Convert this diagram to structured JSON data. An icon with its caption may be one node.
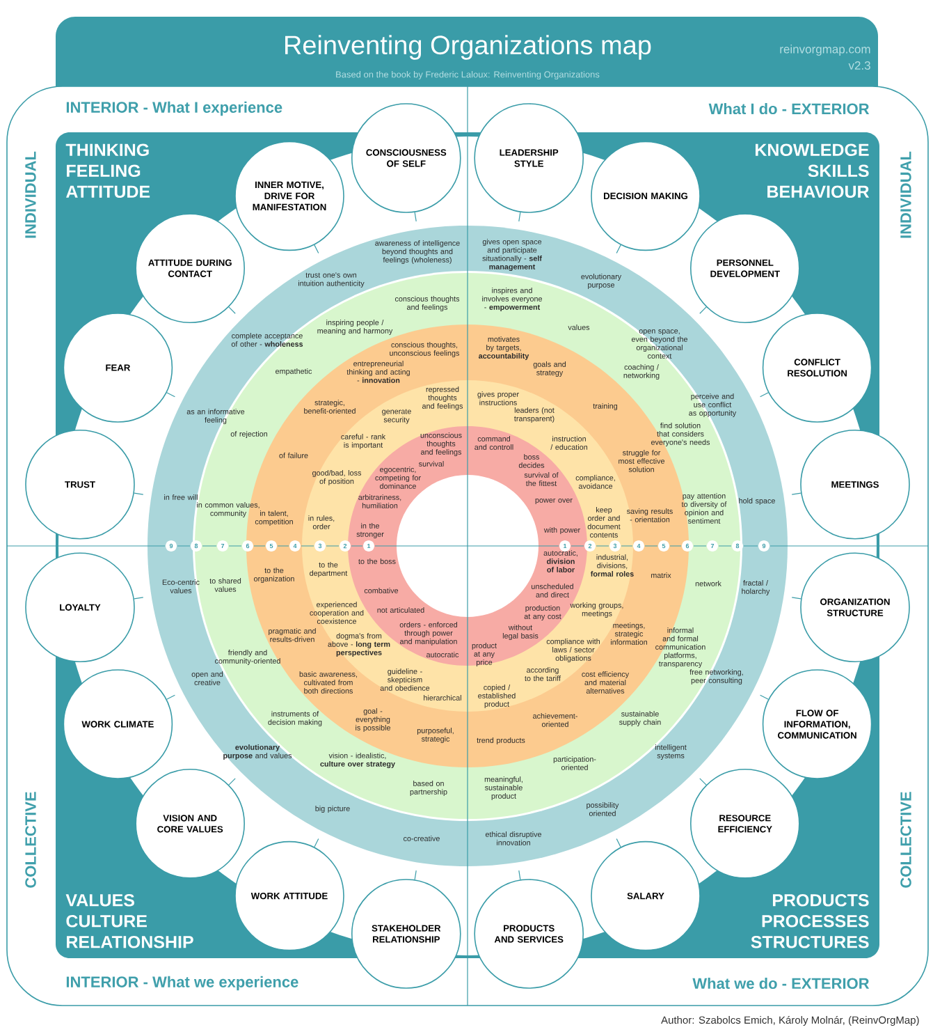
{
  "diagram": {
    "title": "Reinventing Organizations map",
    "nodes": [
      {
        "text": [
          "CONSCIOUSNESS OF SELF"
        ]
      },
      {
        "text": [
          "INNER MOTIVE, DRIVE FOR MANIFESTATION"
        ]
      },
      {
        "text": [
          "ATTITUDE DURING CONTACT"
        ]
      },
      {
        "text": [
          "FEAR"
        ]
      },
      {
        "text": [
          "TRUST"
        ]
      },
      {
        "text": [
          "LEADERSHIP STYLE"
        ]
      },
      {
        "text": [
          "DECISION MAKING"
        ]
      },
      {
        "text": [
          "PERSONNEL DEVELOPMENT"
        ]
      },
      {
        "text": [
          "CONFLICT RESOLUTION"
        ]
      },
      {
        "text": [
          "MEETINGS"
        ]
      },
      {
        "text": [
          "LOYALTY"
        ]
      },
      {
        "text": [
          "WORK CLIMATE"
        ]
      },
      {
        "text": [
          "VISION AND CORE VALUES"
        ]
      },
      {
        "text": [
          "WORK ATTITUDE"
        ]
      },
      {
        "text": [
          "STAKEHOLDER RELATIONSHIP"
        ]
      },
      {
        "text": [
          "ORGANIZATION STRUCTURE"
        ]
      },
      {
        "text": [
          "FLOW OF INFORMATION, COMMUNICATION"
        ]
      },
      {
        "text": [
          "RESOURCE EFFICIENCY"
        ]
      },
      {
        "text": [
          "SALARY"
        ]
      },
      {
        "text": [
          "PRODUCTS AND SERVICES"
        ]
      }
    ],
    "edges": [
      {
        "from": 0,
        "to": null,
        "arrow": "none"
      },
      {
        "from": 1,
        "to": null,
        "arrow": "none"
      },
      {
        "from": 2,
        "to": null,
        "arrow": "none"
      },
      {
        "from": 3,
        "to": null,
        "arrow": "none"
      },
      {
        "from": 4,
        "to": null,
        "arrow": "none"
      },
      {
        "from": 5,
        "to": null,
        "arrow": "none"
      },
      {
        "from": 6,
        "to": null,
        "arrow": "none"
      },
      {
        "from": 7,
        "to": null,
        "arrow": "none"
      },
      {
        "from": 8,
        "to": null,
        "arrow": "none"
      },
      {
        "from": 9,
        "to": null,
        "arrow": "none"
      },
      {
        "from": 10,
        "to": null,
        "arrow": "none"
      },
      {
        "from": 11,
        "to": null,
        "arrow": "none"
      },
      {
        "from": 12,
        "to": null,
        "arrow": "none"
      },
      {
        "from": 13,
        "to": null,
        "arrow": "none"
      },
      {
        "from": 14,
        "to": null,
        "arrow": "none"
      },
      {
        "from": 15,
        "to": null,
        "arrow": "none"
      },
      {
        "from": 16,
        "to": null,
        "arrow": "none"
      },
      {
        "from": 17,
        "to": null,
        "arrow": "none"
      },
      {
        "from": 18,
        "to": null,
        "arrow": "none"
      },
      {
        "from": 19,
        "to": null,
        "arrow": "none"
      }
    ],
    "labels": [
      "Based on the book by Frederic Laloux: Reinventing Organizations",
      "reinvorgmap.com",
      "v2.3",
      "INTERIOR - What I experience",
      "What I do - EXTERIOR",
      "INDIVIDUAL",
      "INDIVIDUAL",
      "THINKING FEELING ATTITUDE",
      "KNOWLEDGE SKILLS BEHAVIOUR",
      "awareness of intelligence beyond thoughts and feelings (wholeness)",
      "conscious thoughts and feelings",
      "conscious thoughts, unconscious feelings",
      "repressed thoughts and feelings",
      "unconscious thoughts and feelings",
      "trust one's own intuition authenticity",
      "inspiring people / meaning and harmony",
      "entrepreneurial thinking and acting - **innovation**",
      "generate security",
      "survival",
      "complete acceptance of other - **wholeness**",
      "empathetic",
      "strategic, benefit-oriented",
      "careful - rank is important",
      "egocentric, competing for dominance",
      "as an informative feeling",
      "of rejection",
      "of failure",
      "good/bad, loss of position",
      "arbitrariness, humiliation",
      "in free will",
      "in common values, community",
      "in talent, competition",
      "in rules, order",
      "in the stronger",
      "gives open space and participate situationally - **self management**",
      "inspires and involves everyone - **empowerment**",
      "motivates by targets, **accountability**",
      "gives proper instructions",
      "command and controll",
      "evolutionary purpose",
      "values",
      "goals and strategy",
      "leaders (not transparent)",
      "boss decides",
      "open space, even beyond the organizational context",
      "coaching / networking",
      "training",
      "instruction / education",
      "survival of the fittest",
      "perceive and use conflict as opportunity",
      "find solution that considers everyone's needs",
      "struggle for most effective solution",
      "compliance, avoidance",
      "power over",
      "hold space",
      "pay attention to diversity of opinion and sentiment",
      "saving results - orientation",
      "keep order and document contents",
      "with power",
      "Eco-centric values",
      "to shared values",
      "to the organization",
      "to the department",
      "to the boss",
      "open and creative",
      "friendly and community-oriented",
      "pragmatic and results-driven",
      "experienced cooperation and coexistence",
      "combative",
      "**evolutionary purpose** and values",
      "instruments of decision making",
      "basic awareness, cultivated from both directions",
      "dogma's from above - **long term perspectives**",
      "not articulated",
      "big picture",
      "vision - idealistic, **culture over strategy**",
      "goal - everything is possible",
      "guideline - skepticism and obedience",
      "orders - enforced through power and manipulation",
      "co-creative",
      "based on partnership",
      "purposeful, strategic",
      "hierarchical",
      "autocratic",
      "fractal / holarchy",
      "network",
      "matrix",
      "autocratic, **division of labor**",
      "industrial, divisions, **formal roles**",
      "free networking, peer consulting",
      "informal and formal communication platforms, transparency",
      "meetings, strategic information",
      "working groups, meetings",
      "unscheduled and direct",
      "intelligent systems",
      "sustainable supply chain",
      "cost efficiency and material alternatives",
      "compliance with laws / sector obligations",
      "production at any cost",
      "possibility oriented",
      "participation-oriented",
      "achievement-oriented",
      "according to the tariff",
      "without legal basis",
      "ethical disruptive innovation",
      "meaningful, sustainable product",
      "trend products",
      "copied / established product",
      "product at any price",
      "9",
      "8",
      "7",
      "6",
      "5",
      "4",
      "3",
      "2",
      "1",
      "1",
      "2",
      "3",
      "4",
      "5",
      "6",
      "7",
      "8",
      "9",
      "VALUES CULTURE RELATIONSHIP",
      "PRODUCTS PROCESSES STRUCTURES",
      "COLLECTIVE",
      "COLLECTIVE",
      "INTERIOR - What we experience",
      "What we do - EXTERIOR",
      "Author: Szabolcs Emich, Károly Molnár, (ReinvOrgMap)"
    ]
  }
}
